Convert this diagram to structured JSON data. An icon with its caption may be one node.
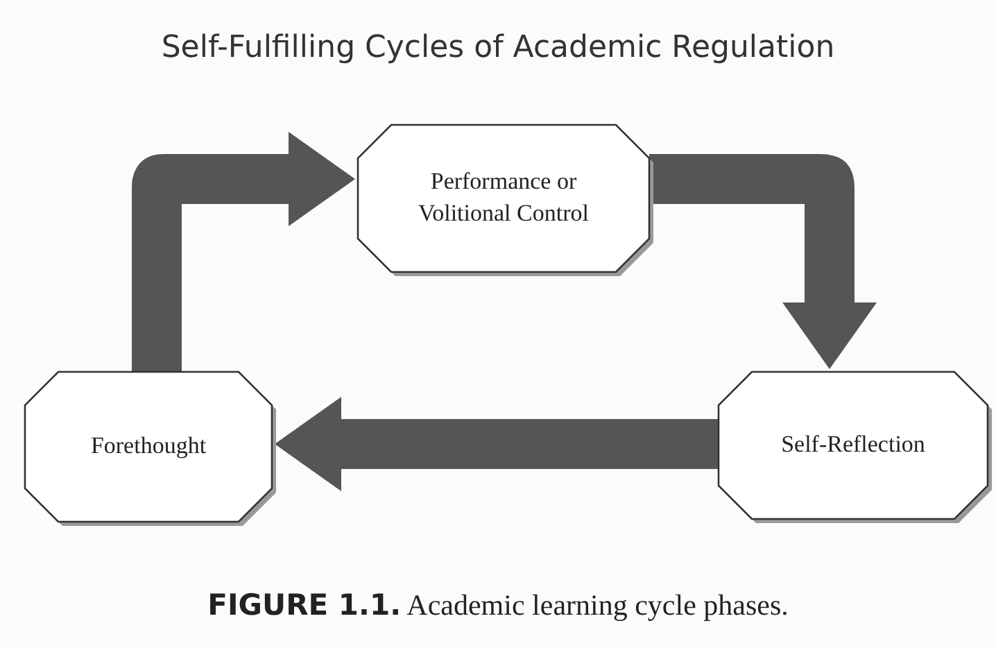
{
  "diagram": {
    "title": "Self-Fulfilling Cycles of Academic Regulation",
    "caption": "**FIGURE 1.1.** Academic learning cycle phases.",
    "nodes": [
      {
        "text": [
          "Performance or Volitional Control"
        ]
      },
      {
        "text": [
          "Self-Reflection"
        ]
      },
      {
        "text": [
          "Forethought"
        ]
      }
    ],
    "edges": [
      {
        "from": 2,
        "to": 0,
        "arrow": "to"
      },
      {
        "from": 0,
        "to": 1,
        "arrow": "to"
      },
      {
        "from": 1,
        "to": 2,
        "arrow": "to"
      }
    ]
  }
}
